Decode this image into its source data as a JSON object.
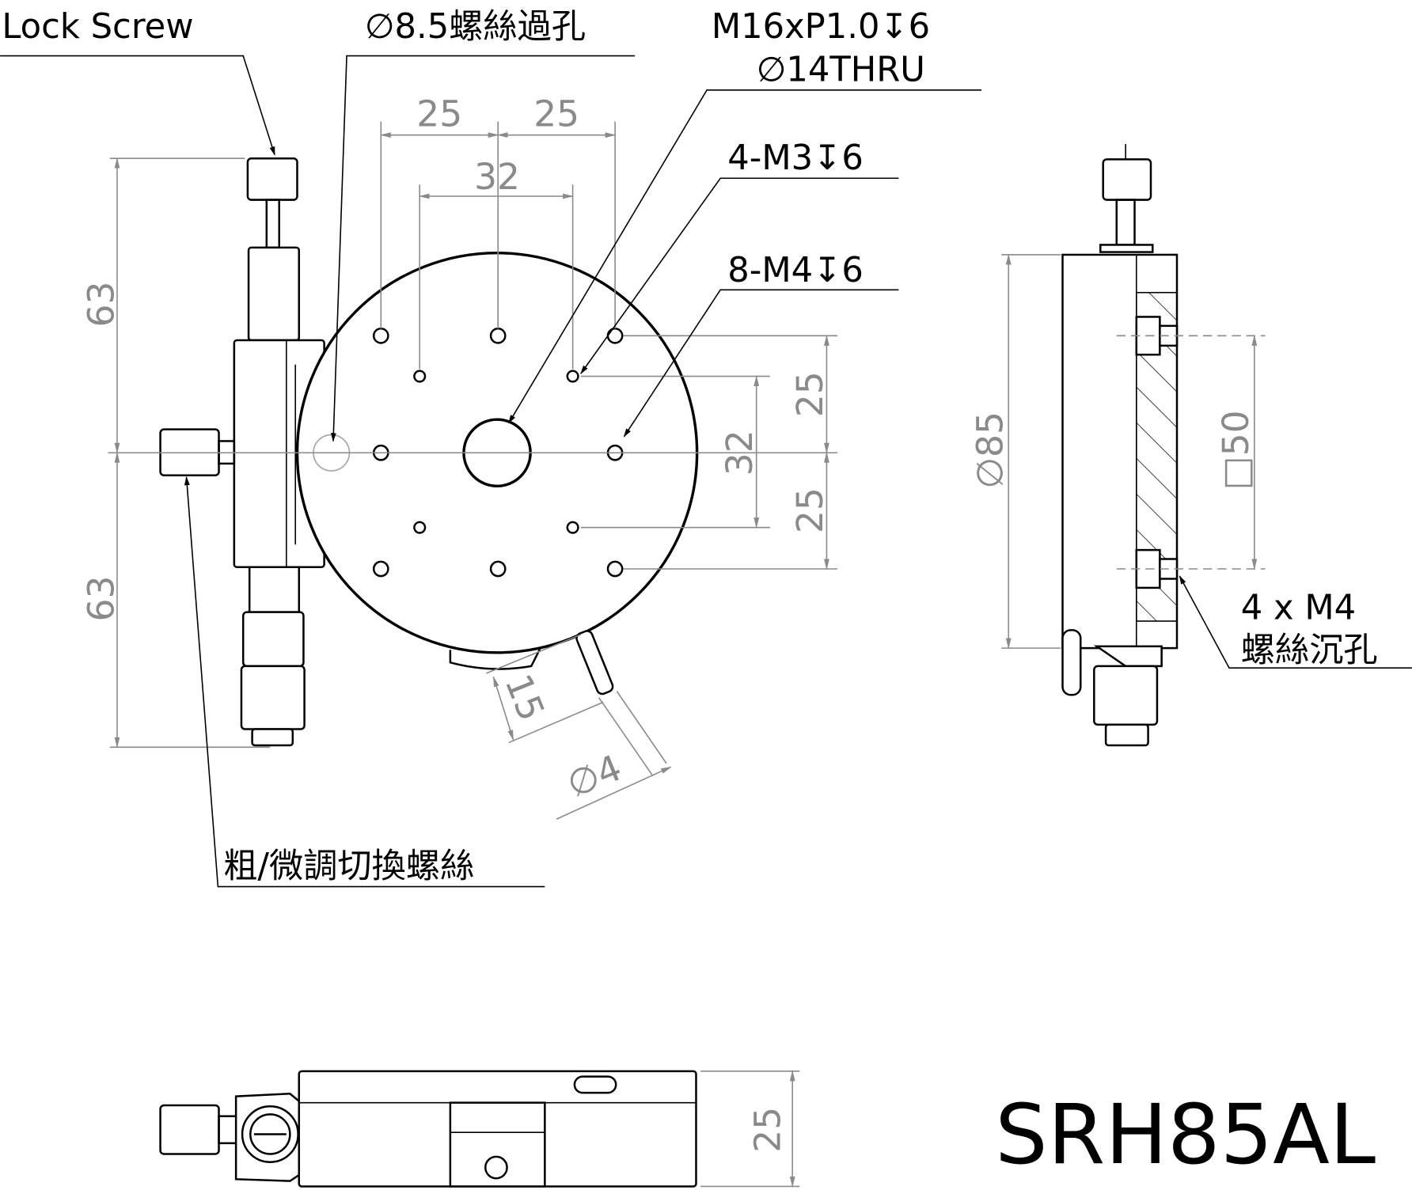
{
  "title": "SRH85AL",
  "callouts": {
    "lock_screw": "Lock Screw",
    "clearance_hole": "∅8.5螺絲過孔",
    "center_thread_1": "M16xP1.0↧6",
    "center_thread_2": "∅14THRU",
    "m3_holes": "4-M3↧6",
    "m4_holes": "8-M4↧6",
    "side_holes_1": "4 x M4",
    "side_holes_2": "螺絲沉孔",
    "coarse_fine_screw": "粗/微調切換螺絲"
  },
  "dimensions": {
    "top_left_25": "25",
    "top_right_25": "25",
    "top_32": "32",
    "left_upper_63": "63",
    "left_lower_63": "63",
    "right_upper_25": "25",
    "right_lower_25": "25",
    "right_32": "32",
    "pin_15": "15",
    "pin_dia_4": "∅4",
    "diameter_85": "∅85",
    "square_50": "□50",
    "height_25": "25"
  },
  "colors": {
    "line": "#000000",
    "dimension": "#8a8a8a"
  }
}
